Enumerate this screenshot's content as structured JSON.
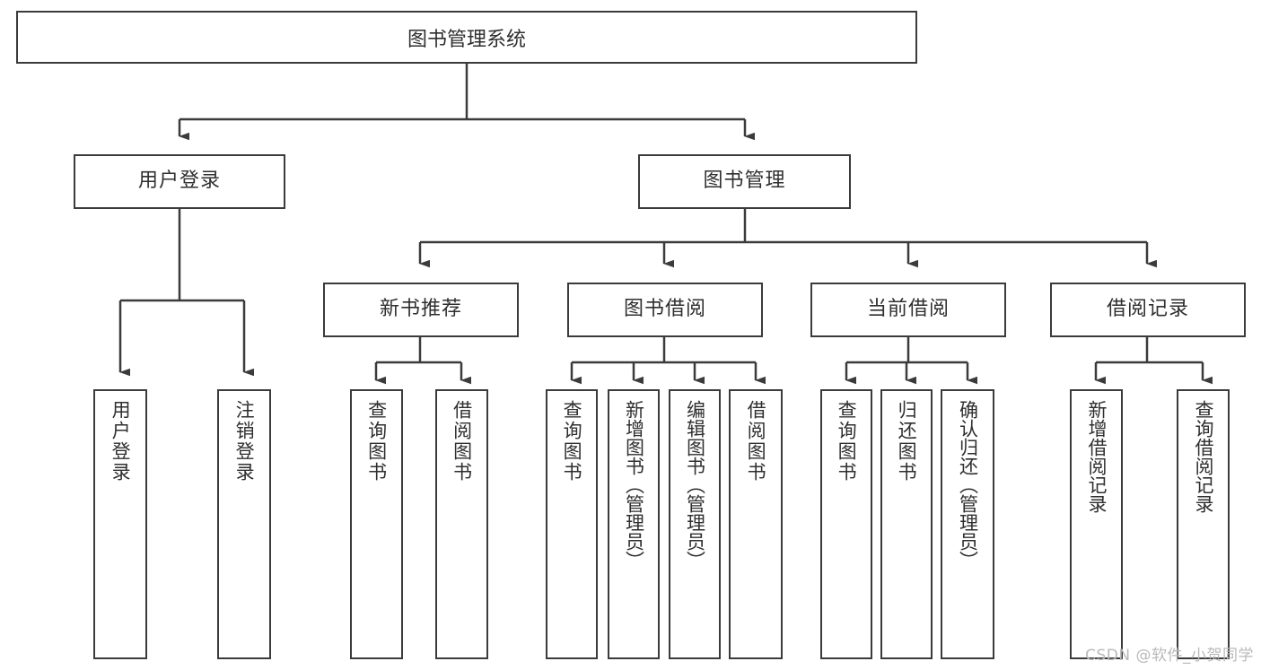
{
  "diagram": {
    "title": "图书管理系统",
    "type": "hierarchy-tree",
    "watermark": "CSDN @软件_小贺同学",
    "colors": {
      "stroke": "#3b3b3b",
      "text": "#2f2f2f",
      "background": "#ffffff",
      "watermark": "#b9b9b9"
    },
    "root": {
      "label": "图书管理系统"
    },
    "level2": [
      {
        "label": "用户登录"
      },
      {
        "label": "图书管理"
      }
    ],
    "level3": [
      {
        "label": "新书推荐"
      },
      {
        "label": "图书借阅"
      },
      {
        "label": "当前借阅"
      },
      {
        "label": "借阅记录"
      }
    ],
    "leaves": {
      "user_login": [
        {
          "label": "用户登录"
        },
        {
          "label": "注销登录"
        }
      ],
      "new_book_recommend": [
        {
          "label": "查询图书"
        },
        {
          "label": "借阅图书"
        }
      ],
      "book_borrow": [
        {
          "label": "查询图书"
        },
        {
          "label": "新增图书（管理员）"
        },
        {
          "label": "编辑图书（管理员）"
        },
        {
          "label": "借阅图书"
        }
      ],
      "current_borrow": [
        {
          "label": "查询图书"
        },
        {
          "label": "归还图书"
        },
        {
          "label": "确认归还（管理员）"
        }
      ],
      "borrow_record": [
        {
          "label": "新增借阅记录"
        },
        {
          "label": "查询借阅记录"
        }
      ]
    }
  }
}
